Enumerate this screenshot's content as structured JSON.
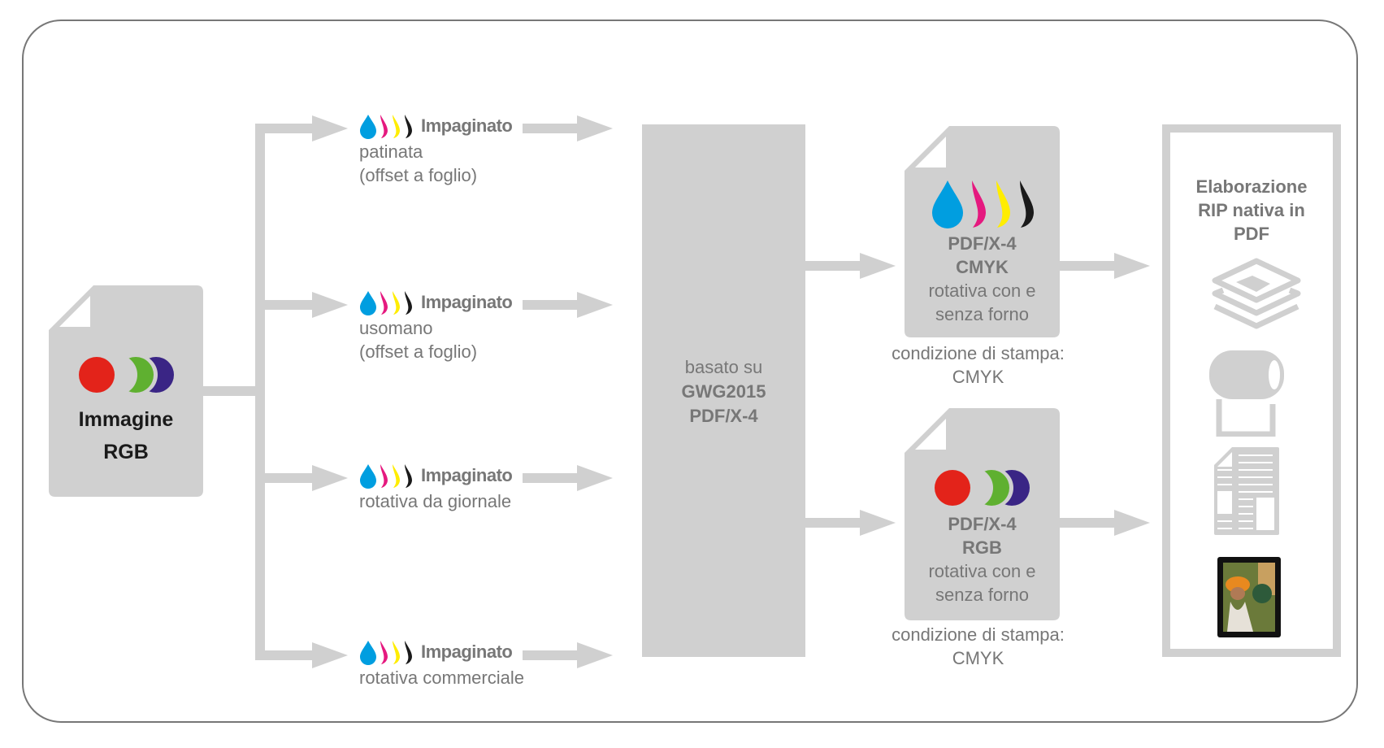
{
  "colors": {
    "connector_gray": "#d0d0d0",
    "text_gray": "#777777",
    "text_dark": "#1a1a1a",
    "rgb_red": "#e3231a",
    "rgb_green": "#5fb030",
    "rgb_blue": "#3a2585",
    "ink_cyan": "#009ee0",
    "ink_magenta": "#e5197f",
    "ink_yellow": "#ffed00",
    "ink_black": "#1a1a1a"
  },
  "source": {
    "icon": "rgb-circles-icon",
    "title_line1": "Immagine",
    "title_line2": "RGB"
  },
  "layouts": [
    {
      "icon": "cmyk-drops-icon",
      "title": "Impaginato",
      "sub_line1": "patinata",
      "sub_line2": "(offset a foglio)"
    },
    {
      "icon": "cmyk-drops-icon",
      "title": "Impaginato",
      "sub_line1": "usomano",
      "sub_line2": "(offset a foglio)"
    },
    {
      "icon": "cmyk-drops-icon",
      "title": "Impaginato",
      "sub_line1": "rotativa da giornale",
      "sub_line2": ""
    },
    {
      "icon": "cmyk-drops-icon",
      "title": "Impaginato",
      "sub_line1": "rotativa commerciale",
      "sub_line2": ""
    }
  ],
  "standard": {
    "line1": "basato su",
    "line2": "GWG2015",
    "line3": "PDF/X-4"
  },
  "outputs": [
    {
      "icon": "cmyk-drops-icon",
      "title_line1": "PDF/X-4",
      "title_line2": "CMYK",
      "desc_line1": "rotativa con e",
      "desc_line2": "senza forno",
      "condition_line1": "condizione di stampa:",
      "condition_line2": "CMYK"
    },
    {
      "icon": "rgb-circles-icon",
      "title_line1": "PDF/X-4",
      "title_line2": "RGB",
      "desc_line1": "rotativa con e",
      "desc_line2": "senza forno",
      "condition_line1": "condizione di stampa:",
      "condition_line2": "CMYK"
    }
  ],
  "rip": {
    "title_line1": "Elaborazione",
    "title_line2": "RIP nativa in",
    "title_line3": "PDF",
    "icons": [
      "sheet-stack-icon",
      "paper-roll-icon",
      "newspaper-icon",
      "tablet-photo-icon"
    ]
  }
}
